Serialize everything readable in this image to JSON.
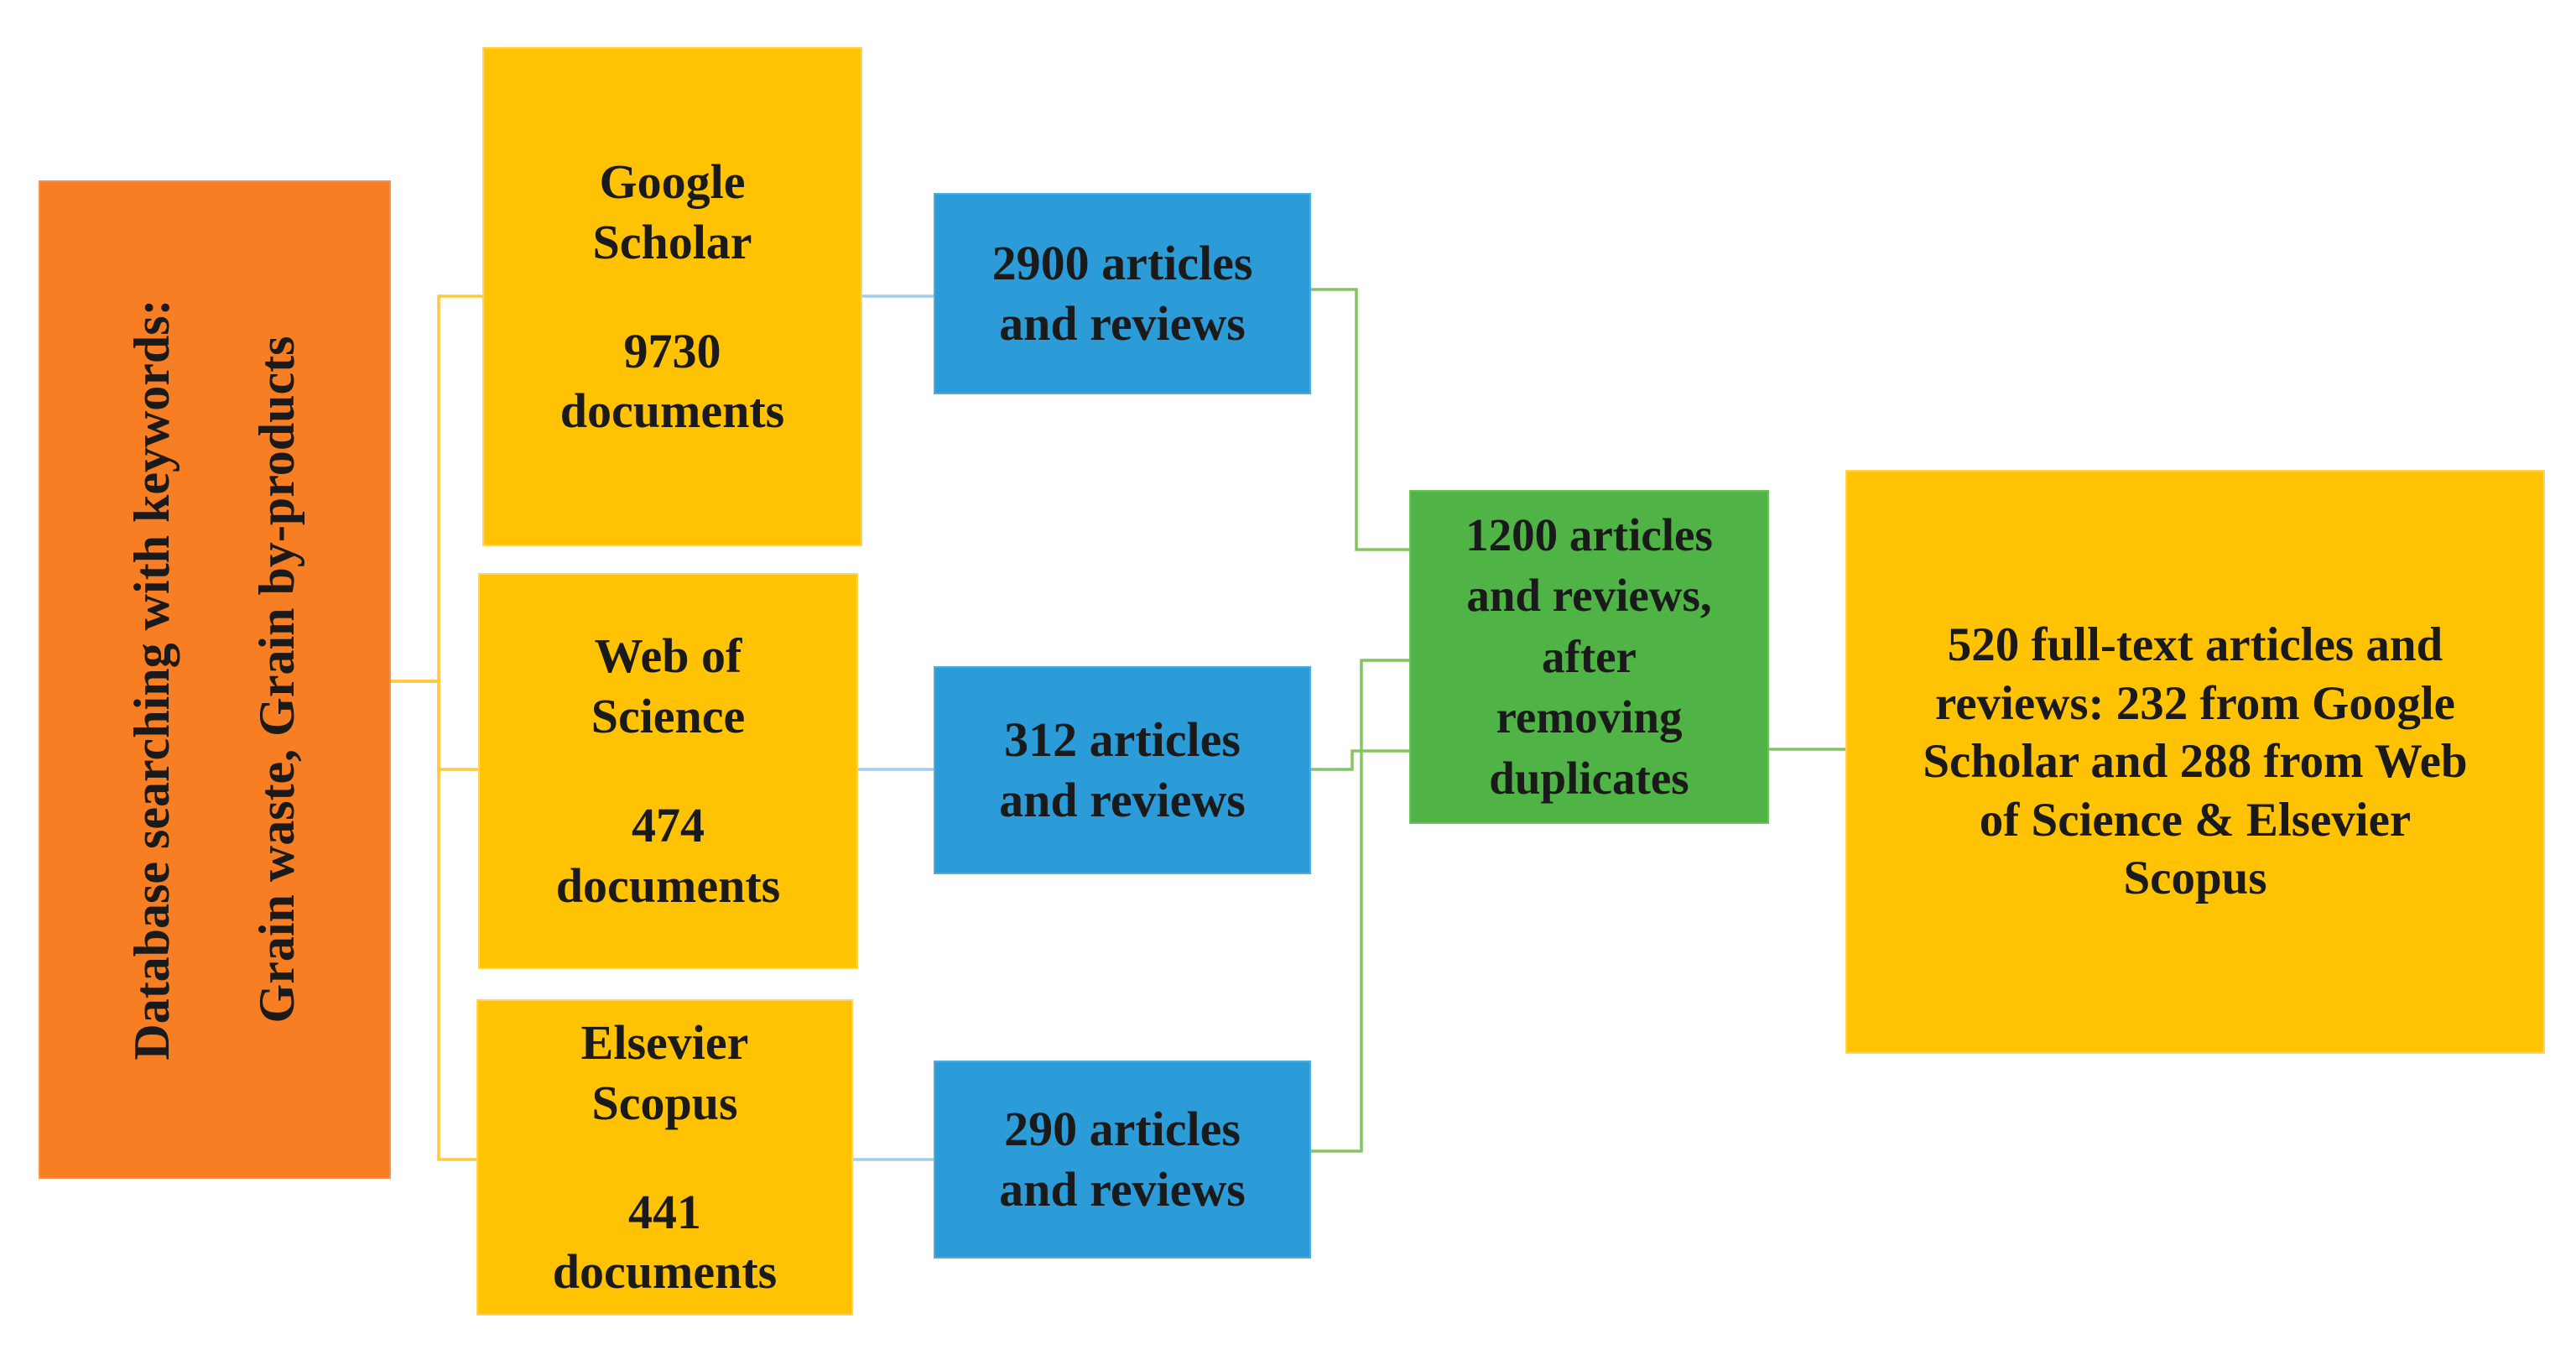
{
  "colors": {
    "source_box": "#F77E22",
    "database_boxes": "#FFC303",
    "screened_boxes": "#2B9CD8",
    "deduplicated_box": "#4FB345",
    "final_box": "#FFC303",
    "connector_yellow": "#FFC83E",
    "connector_blue": "#A3CDEC",
    "connector_green": "#84C462",
    "text": "#1A1A1A",
    "background": "#FFFFFF"
  },
  "nodes": {
    "source": {
      "line1": "Database searching with keywords:",
      "line2": "Grain waste, Grain by-products"
    },
    "databases": [
      {
        "title": "Google\nScholar",
        "count": "9730\ndocuments"
      },
      {
        "title": "Web of\nScience",
        "count": "474\ndocuments"
      },
      {
        "title": "Elsevier\nScopus",
        "count": "441\ndocuments"
      }
    ],
    "screened": [
      {
        "label": "2900 articles\nand reviews"
      },
      {
        "label": "312 articles\nand reviews"
      },
      {
        "label": "290 articles\nand reviews"
      }
    ],
    "deduplicated": {
      "label": "1200 articles\nand reviews,\nafter\nremoving\nduplicates"
    },
    "final": {
      "label": "520 full-text articles and\nreviews: 232 from Google\nScholar and 288 from Web\nof Science & Elsevier\nScopus"
    }
  }
}
